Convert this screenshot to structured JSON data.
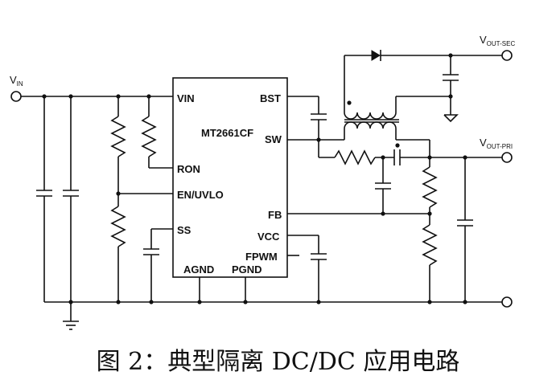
{
  "ic": {
    "name": "MT2661CF",
    "pins": {
      "vin": "VIN",
      "ron": "RON",
      "en_uvlo": "EN/UVLO",
      "ss": "SS",
      "agnd": "AGND",
      "pgnd": "PGND",
      "bst": "BST",
      "sw": "SW",
      "fb": "FB",
      "vcc": "VCC",
      "fpwm": "FPWM"
    }
  },
  "rails": {
    "vin": {
      "main": "V",
      "sub": "IN"
    },
    "vout_sec": {
      "main": "V",
      "sub": "OUT-SEC"
    },
    "vout_pri": {
      "main": "V",
      "sub": "OUT-PRI"
    }
  },
  "caption": "图 2：典型隔离 DC/DC 应用电路"
}
